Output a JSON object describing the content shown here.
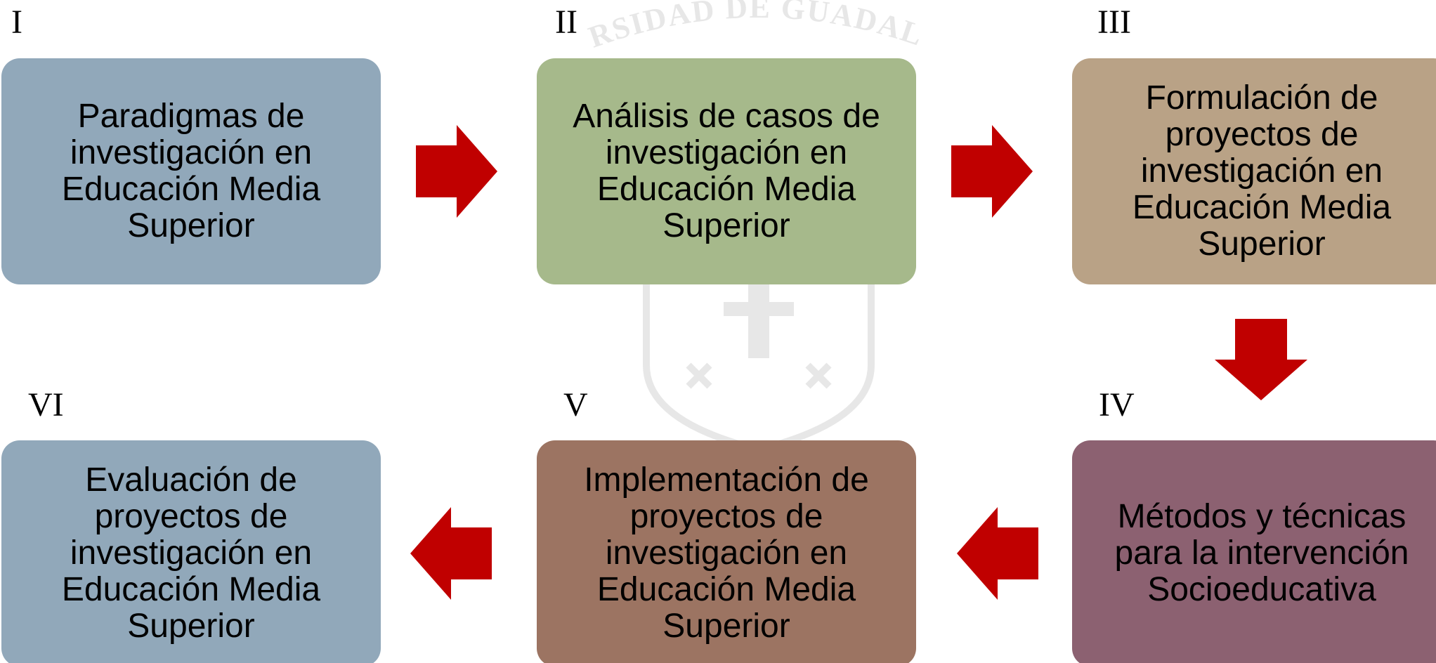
{
  "watermark": {
    "text": "UNIVERSIDAD DE GUADALAJARA"
  },
  "stages": [
    {
      "numeral": "I",
      "text": "Paradigmas de investigación en Educación Media Superior",
      "color": "#91a8ba"
    },
    {
      "numeral": "II",
      "text": "Análisis de casos de investigación en Educación Media Superior",
      "color": "#a6b98b"
    },
    {
      "numeral": "III",
      "text": "Formulación de proyectos de investigación en Educación Media Superior",
      "color": "#b9a286"
    },
    {
      "numeral": "IV",
      "text": "Métodos y técnicas para la intervención Socioeducativa",
      "color": "#8c6171"
    },
    {
      "numeral": "V",
      "text": "Implementación de proyectos de investigación en Educación Media Superior",
      "color": "#9c7462"
    },
    {
      "numeral": "VI",
      "text": "Evaluación de proyectos de investigación en Educación Media Superior",
      "color": "#91a8ba"
    }
  ],
  "arrow_color": "#c00000"
}
